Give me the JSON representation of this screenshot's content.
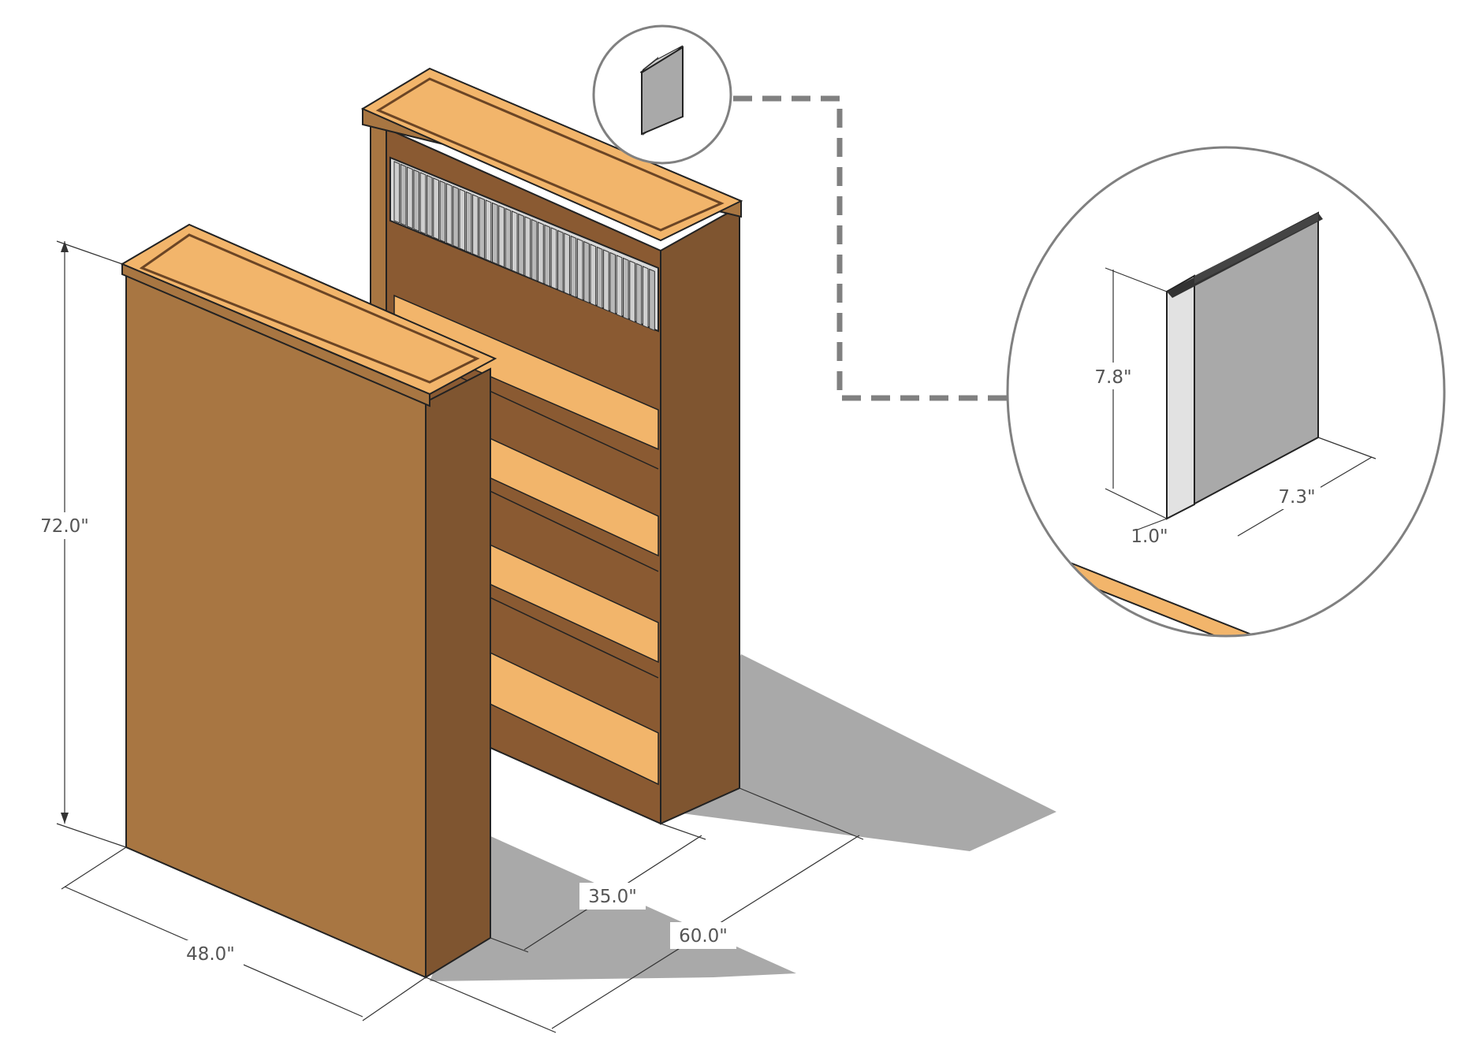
{
  "scene": {
    "dimensions": {
      "height": "72.0\"",
      "width": "48.0\"",
      "depth_inner": "35.0\"",
      "depth_total": "60.0\"",
      "book_height": "7.8\"",
      "book_width": "7.3\"",
      "book_thickness": "1.0\""
    },
    "colors": {
      "wood_front": "#A87642",
      "wood_side": "#7F5530",
      "wood_light": "#F2B56B",
      "shadow": "#A9A9A9",
      "book": "#A9A9A9",
      "callout": "#808080"
    },
    "bookcase_count": 2,
    "book_count": 40,
    "shelf_count": 4
  }
}
